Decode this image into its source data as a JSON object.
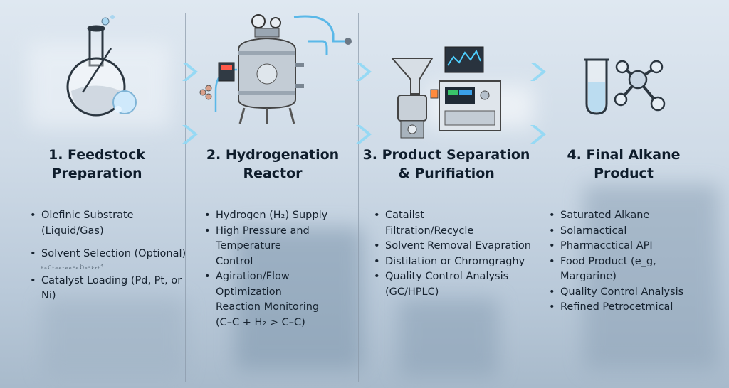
{
  "steps": [
    {
      "title_line1": "1. Feedstock",
      "title_line2": "Preparation",
      "icon": "round-bottom-flask-icon",
      "items": [
        "Olefinic Substrate",
        "(Liquid/Gas)",
        "Solvent Selection (Optional)",
        "Catalyst Loading (Pd, Pt, or Ni)"
      ],
      "note": "ₜₐcₜₑₑₜₑₑ‑ₑbₛ‑ₖᵣₜ⁴"
    },
    {
      "title_line1": "2. Hydrogenation",
      "title_line2": "Reactor",
      "icon": "pressure-reactor-icon",
      "items": [
        "Hydrogen (H₂) Supply",
        "High Pressure and",
        "Temperature",
        "Control",
        "Agiration/Flow Optimization",
        "Reaction Monitoring",
        "(C–C + H₂ > C–C)"
      ]
    },
    {
      "title_line1": "3. Product Separation",
      "title_line2": "& Purifiation",
      "icon": "filtration-equipment-icon",
      "items": [
        "Catailst",
        "Filtration/Recycle",
        "Solvent Removal Evapration",
        "Distilation or Chromgraghy",
        "Quality Control Analysis",
        "(GC/HPLC)"
      ]
    },
    {
      "title_line1": "4. Final Alkane",
      "title_line2": "Product",
      "icon": "molecule-test-tube-icon",
      "items": [
        "Saturated Alkane",
        "Solarnactical",
        "Pharmacctical API",
        "Food Product (e_g, Margarine)",
        "Quality Control Analysis",
        "Refined Petrocetmical"
      ]
    }
  ],
  "colors": {
    "chevron": "#8fd8f5",
    "tube": "#5ab8e8",
    "steel": "#b8c2cc"
  }
}
